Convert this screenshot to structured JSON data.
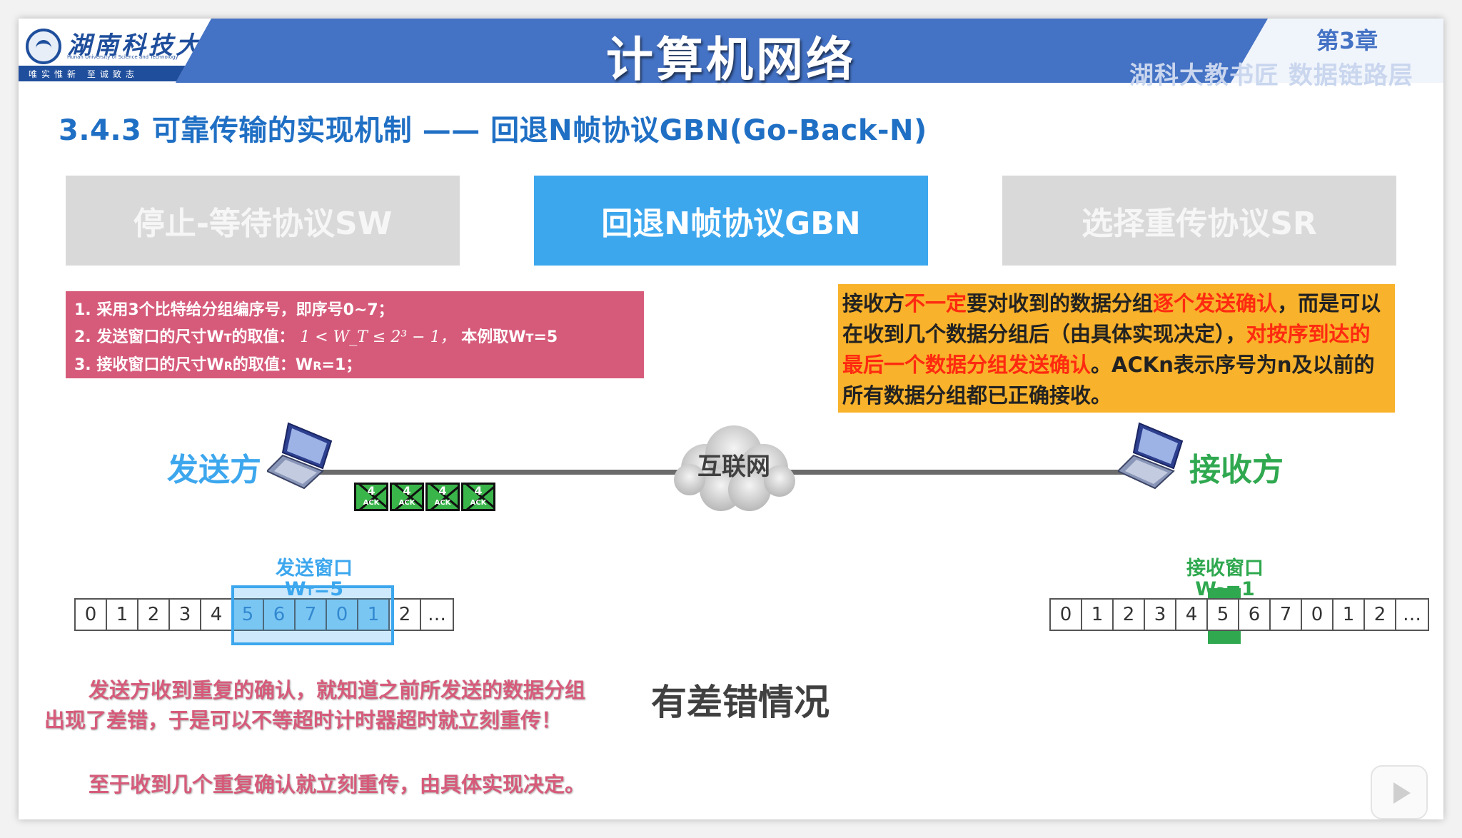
{
  "header": {
    "university_cn": "湖南科技大学",
    "university_en": "Hunan University of Science and Technology",
    "motto": "唯实惟新 至诚致志",
    "title": "计算机网络",
    "chapter": "第3章",
    "subtitle": "湖科大教书匠 数据链路层"
  },
  "section_title": "3.4.3 可靠传输的实现机制 —— 回退N帧协议GBN(Go-Back-N)",
  "tabs": [
    {
      "label": "停止-等待协议SW",
      "active": false
    },
    {
      "label": "回退N帧协议GBN",
      "active": true
    },
    {
      "label": "选择重传协议SR",
      "active": false
    }
  ],
  "rules": {
    "line1": "1. 采用3个比特给分组编序号，即序号0~7；",
    "line2_prefix": "2. 发送窗口的尺寸W",
    "line2_sub": "T",
    "line2_mid": "的取值：",
    "line2_formula": "1 < W_T ≤ 2³ − 1，",
    "line2_suffix": "本例取W",
    "line2_suffix_sub": "T",
    "line2_suffix_val": "=5",
    "line3_prefix": "3. 接收窗口的尺寸W",
    "line3_sub": "R",
    "line3_mid": "的取值：W",
    "line3_sub2": "R",
    "line3_val": "=1；"
  },
  "note": {
    "p1": "接收方",
    "p2": "不一定",
    "p3": "要对收到的数据分组",
    "p4": "逐个发送确认",
    "p5": "，而是可以在收到几个数据分组后（由具体实现决定），",
    "p6": "对按序到达的最后一个数据分组发送确认",
    "p7": "。ACKn表示序号为n及以前的所有数据分组都已正确接收。"
  },
  "sender_label": "发送方",
  "receiver_label": "接收方",
  "network_label": "互联网",
  "acks": [
    {
      "num": "4",
      "label": "ACK"
    },
    {
      "num": "4",
      "label": "ACK"
    },
    {
      "num": "4",
      "label": "ACK"
    },
    {
      "num": "4",
      "label": "ACK"
    }
  ],
  "send_window": {
    "title": "发送窗口",
    "w": "W",
    "sub": "T",
    "val": "=5"
  },
  "recv_window": {
    "title": "接收窗口",
    "w": "W",
    "sub": "R",
    "val": "=1"
  },
  "send_seq": [
    "0",
    "1",
    "2",
    "3",
    "4",
    "5",
    "6",
    "7",
    "0",
    "1",
    "2",
    "…"
  ],
  "recv_seq": [
    "0",
    "1",
    "2",
    "3",
    "4",
    "5",
    "6",
    "7",
    "0",
    "1",
    "2",
    "…"
  ],
  "explain": {
    "line1": "发送方收到重复的确认，就知道之前所发送的数据分组",
    "line2": "出现了差错，于是可以不等超时计时器超时就立刻重传！",
    "line3": "至于收到几个重复确认就立刻重传，由具体实现决定。"
  },
  "case_title": "有差错情况",
  "colors": {
    "header_blue": "#4472c4",
    "tab_active": "#3da7ee",
    "tab_inactive": "#d9d9d9",
    "rules_bg": "#d65b7a",
    "note_bg": "#f8b22b",
    "note_red": "#ff2a10",
    "receiver_green": "#2fa84f",
    "ack_green": "#3ab54a"
  }
}
